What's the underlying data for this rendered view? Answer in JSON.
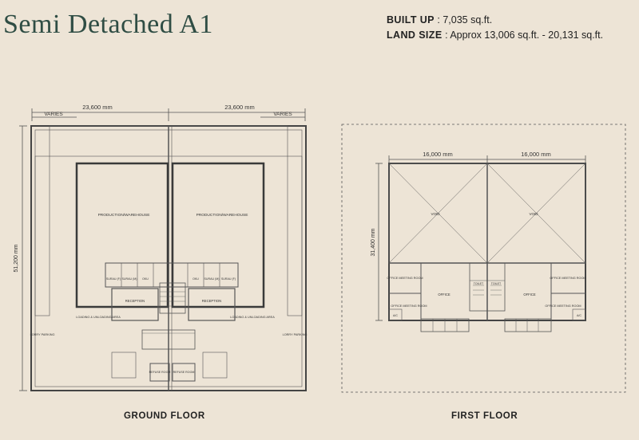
{
  "title": "Semi Detached A1",
  "specs": {
    "built_up_label": "BUILT UP",
    "built_up_value": ": 7,035 sq.ft.",
    "land_size_label": "LAND SIZE",
    "land_size_value": ": Approx 13,006 sq.ft. - 20,131 sq.ft."
  },
  "ground_floor": {
    "label": "GROUND FLOOR",
    "dim_left": "23,600 mm",
    "dim_right": "23,600 mm",
    "varies_left": "VARIES",
    "varies_right": "VARIES",
    "dim_height": "51,200 mm",
    "production_left": "PRODUCTION/WAREHOUSE",
    "production_right": "PRODUCTION/WAREHOUSE",
    "surau_f": "SURAU (F)",
    "surau_m": "SURAU (M)",
    "oku": "OKU",
    "reception": "RECEPTION",
    "loading": "LOADING & UNLOADING AREA",
    "lorry_parking": "LORRY PARKING",
    "refuse_room": "REFUSE ROOM"
  },
  "first_floor": {
    "label": "FIRST FLOOR",
    "dim_left": "16,000 mm",
    "dim_right": "16,000 mm",
    "dim_height": "31,400 mm",
    "void": "VOID",
    "office_meeting": "OFFICE MEETING ROOM",
    "office": "OFFICE",
    "toilet": "TOILET",
    "ac": "A/C"
  }
}
